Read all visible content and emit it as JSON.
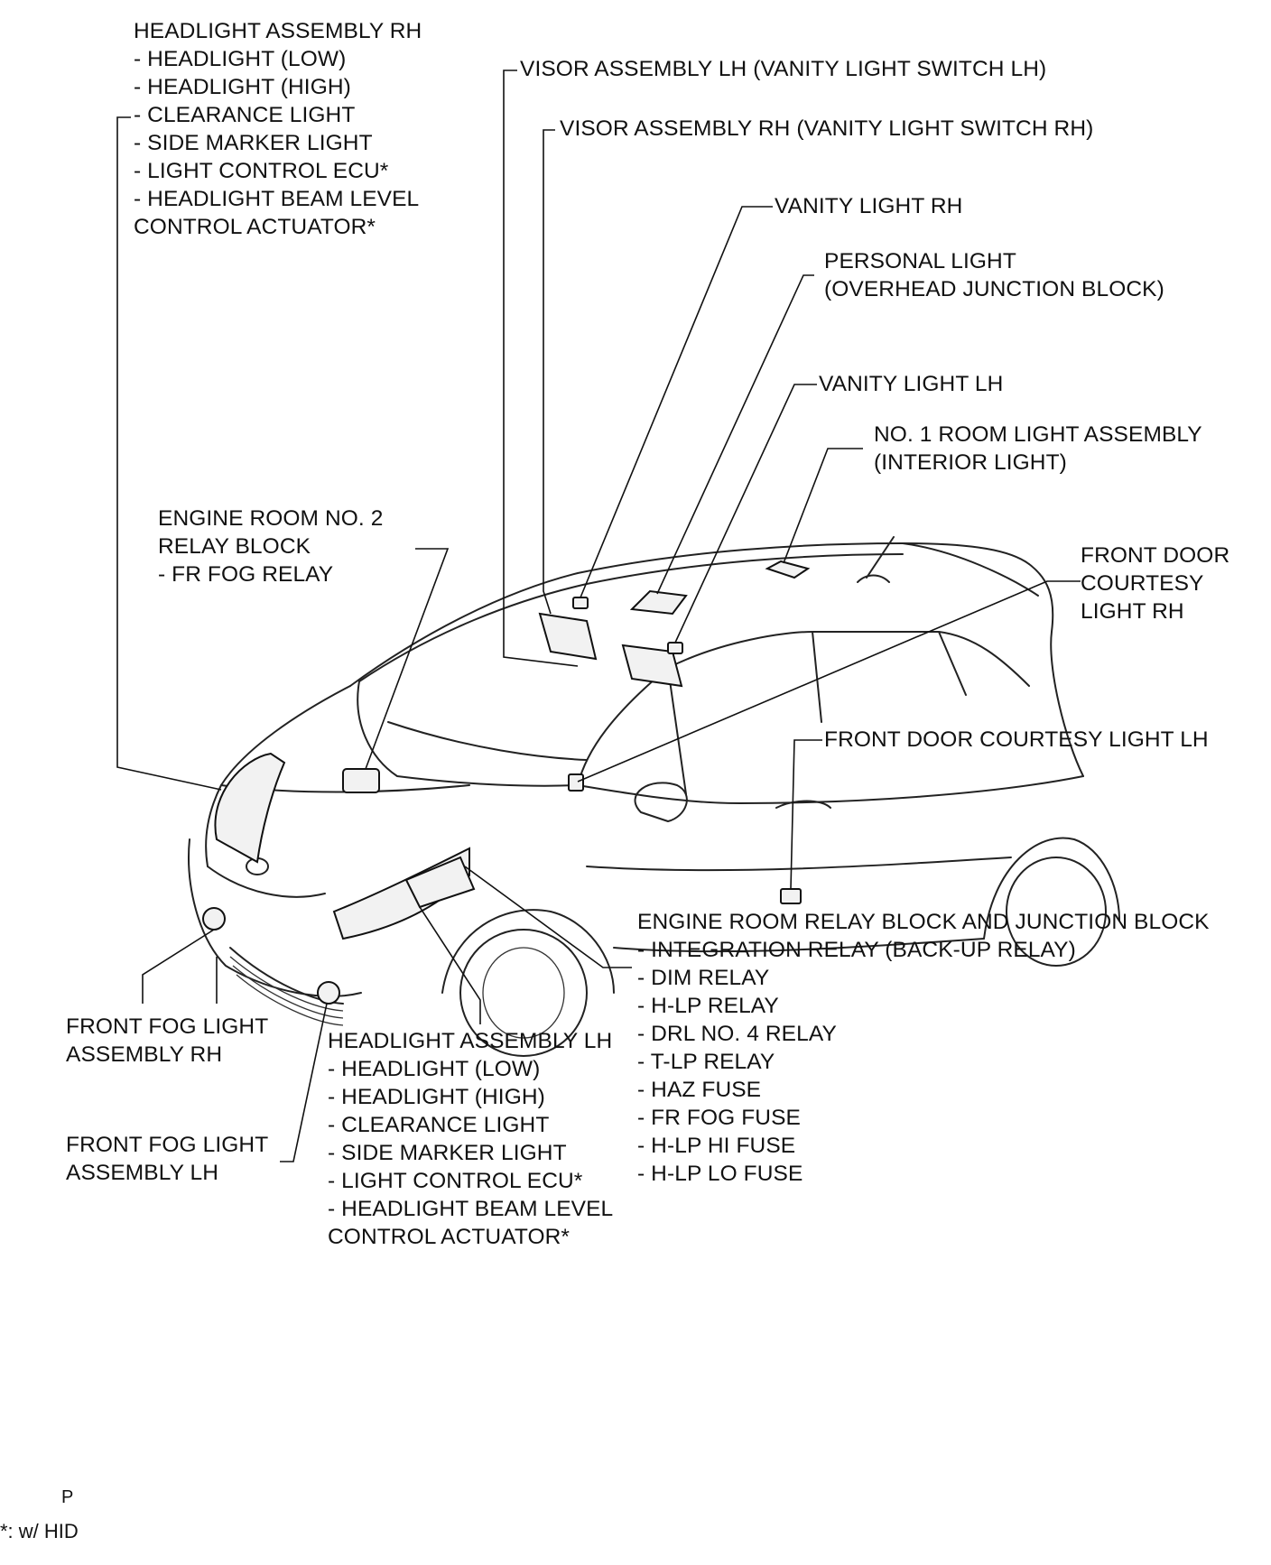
{
  "labels": {
    "headlight_rh": {
      "title": "HEADLIGHT ASSEMBLY RH",
      "items": [
        "- HEADLIGHT (LOW)",
        "- HEADLIGHT (HIGH)",
        "- CLEARANCE LIGHT",
        "- SIDE MARKER LIGHT",
        "- LIGHT CONTROL ECU*",
        "- HEADLIGHT BEAM LEVEL",
        "CONTROL ACTUATOR*"
      ]
    },
    "visor_lh": "VISOR ASSEMBLY LH (VANITY LIGHT SWITCH LH)",
    "visor_rh": "VISOR ASSEMBLY RH (VANITY LIGHT SWITCH RH)",
    "vanity_rh": "VANITY LIGHT RH",
    "personal_light": [
      "PERSONAL LIGHT",
      "(OVERHEAD JUNCTION BLOCK)"
    ],
    "vanity_lh": "VANITY LIGHT LH",
    "room_light": [
      "NO. 1 ROOM LIGHT ASSEMBLY",
      "(INTERIOR LIGHT)"
    ],
    "engine_room_no2": [
      "ENGINE ROOM NO. 2",
      "RELAY BLOCK",
      "- FR FOG RELAY"
    ],
    "front_door_rh": [
      "FRONT DOOR",
      "COURTESY",
      "LIGHT RH"
    ],
    "front_door_lh": "FRONT DOOR COURTESY LIGHT LH",
    "engine_room_relay": {
      "title": "ENGINE ROOM RELAY BLOCK AND JUNCTION BLOCK",
      "items": [
        "- INTEGRATION RELAY (BACK-UP RELAY)",
        "- DIM RELAY",
        "- H-LP RELAY",
        "- DRL NO. 4 RELAY",
        "- T-LP RELAY",
        "- HAZ FUSE",
        "- FR FOG FUSE",
        "- H-LP HI FUSE",
        "- H-LP LO FUSE"
      ]
    },
    "fog_rh": [
      "FRONT FOG LIGHT",
      "ASSEMBLY RH"
    ],
    "fog_lh": [
      "FRONT FOG LIGHT",
      "ASSEMBLY LH"
    ],
    "headlight_lh": {
      "title": "HEADLIGHT ASSEMBLY LH",
      "items": [
        "- HEADLIGHT (LOW)",
        "- HEADLIGHT (HIGH)",
        "- CLEARANCE LIGHT",
        "- SIDE MARKER LIGHT",
        "- LIGHT CONTROL ECU*",
        "- HEADLIGHT BEAM LEVEL",
        "CONTROL ACTUATOR*"
      ]
    }
  },
  "footer": {
    "code": "P",
    "note": "*: w/ HID"
  }
}
